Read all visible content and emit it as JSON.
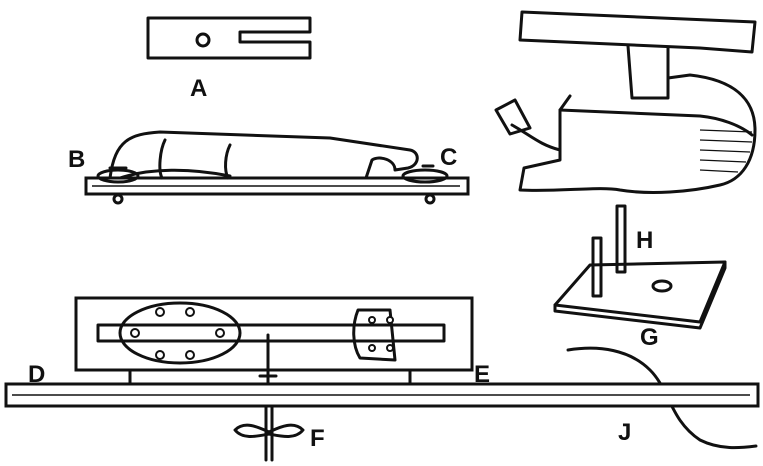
{
  "figure": {
    "labels": {
      "a": "A",
      "b": "B",
      "c": "C",
      "d": "D",
      "e": "E",
      "f": "F",
      "g": "G",
      "h": "H",
      "j": "J"
    }
  }
}
